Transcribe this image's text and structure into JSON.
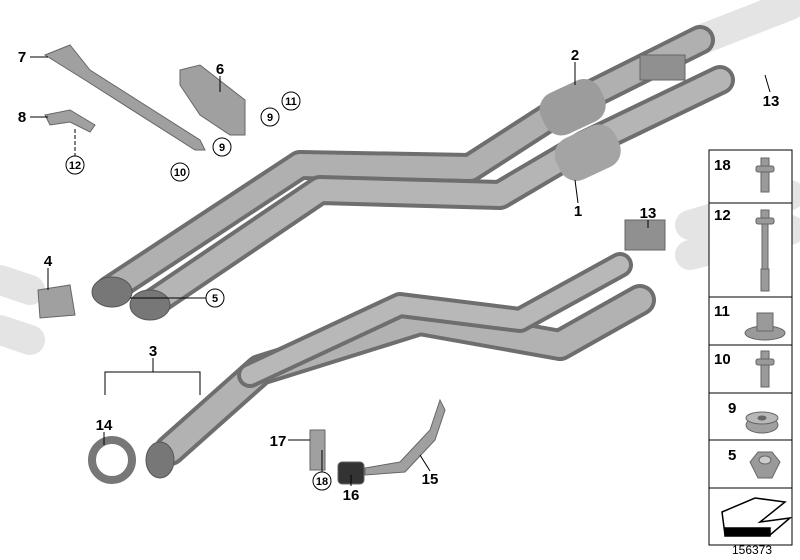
{
  "diagram_id": "156373",
  "callouts": [
    {
      "num": "1",
      "circled": false
    },
    {
      "num": "2",
      "circled": false
    },
    {
      "num": "3",
      "circled": false
    },
    {
      "num": "4",
      "circled": false
    },
    {
      "num": "5",
      "circled": true
    },
    {
      "num": "6",
      "circled": false
    },
    {
      "num": "7",
      "circled": false
    },
    {
      "num": "8",
      "circled": false
    },
    {
      "num": "9",
      "circled": true
    },
    {
      "num": "9",
      "circled": true
    },
    {
      "num": "10",
      "circled": true
    },
    {
      "num": "11",
      "circled": true
    },
    {
      "num": "12",
      "circled": true
    },
    {
      "num": "13",
      "circled": false
    },
    {
      "num": "13",
      "circled": false
    },
    {
      "num": "14",
      "circled": false
    },
    {
      "num": "15",
      "circled": false
    },
    {
      "num": "16",
      "circled": false
    },
    {
      "num": "17",
      "circled": false
    },
    {
      "num": "18",
      "circled": true
    }
  ],
  "hardware_panel": [
    {
      "num": "18",
      "part": "bolt-short"
    },
    {
      "num": "12",
      "part": "bolt-long"
    },
    {
      "num": "11",
      "part": "flange-nut"
    },
    {
      "num": "10",
      "part": "bolt-short"
    },
    {
      "num": "9",
      "part": "spacer"
    },
    {
      "num": "5",
      "part": "hex-nut"
    }
  ],
  "colors": {
    "pipe": "#a8a8a8",
    "pipe_dark": "#7d7d7d",
    "ghost": "#e6e6e6"
  }
}
